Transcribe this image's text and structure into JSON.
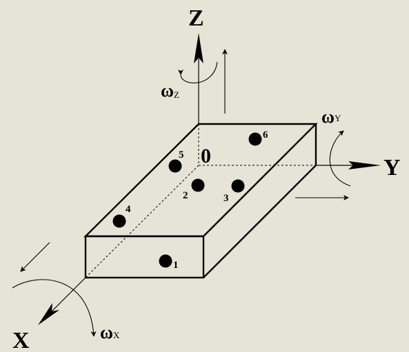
{
  "axes": {
    "x_label": "X",
    "y_label": "Y",
    "z_label": "Z",
    "origin_label": "0"
  },
  "rotations": {
    "omega_symbol": "ω",
    "x_sub": "X",
    "y_sub": "Y",
    "z_sub": "Z"
  },
  "points": [
    {
      "label": "1"
    },
    {
      "label": "2"
    },
    {
      "label": "3"
    },
    {
      "label": "4"
    },
    {
      "label": "5"
    },
    {
      "label": "6"
    }
  ],
  "colors": {
    "background": "#e6e4d7",
    "ink": "#000000"
  }
}
